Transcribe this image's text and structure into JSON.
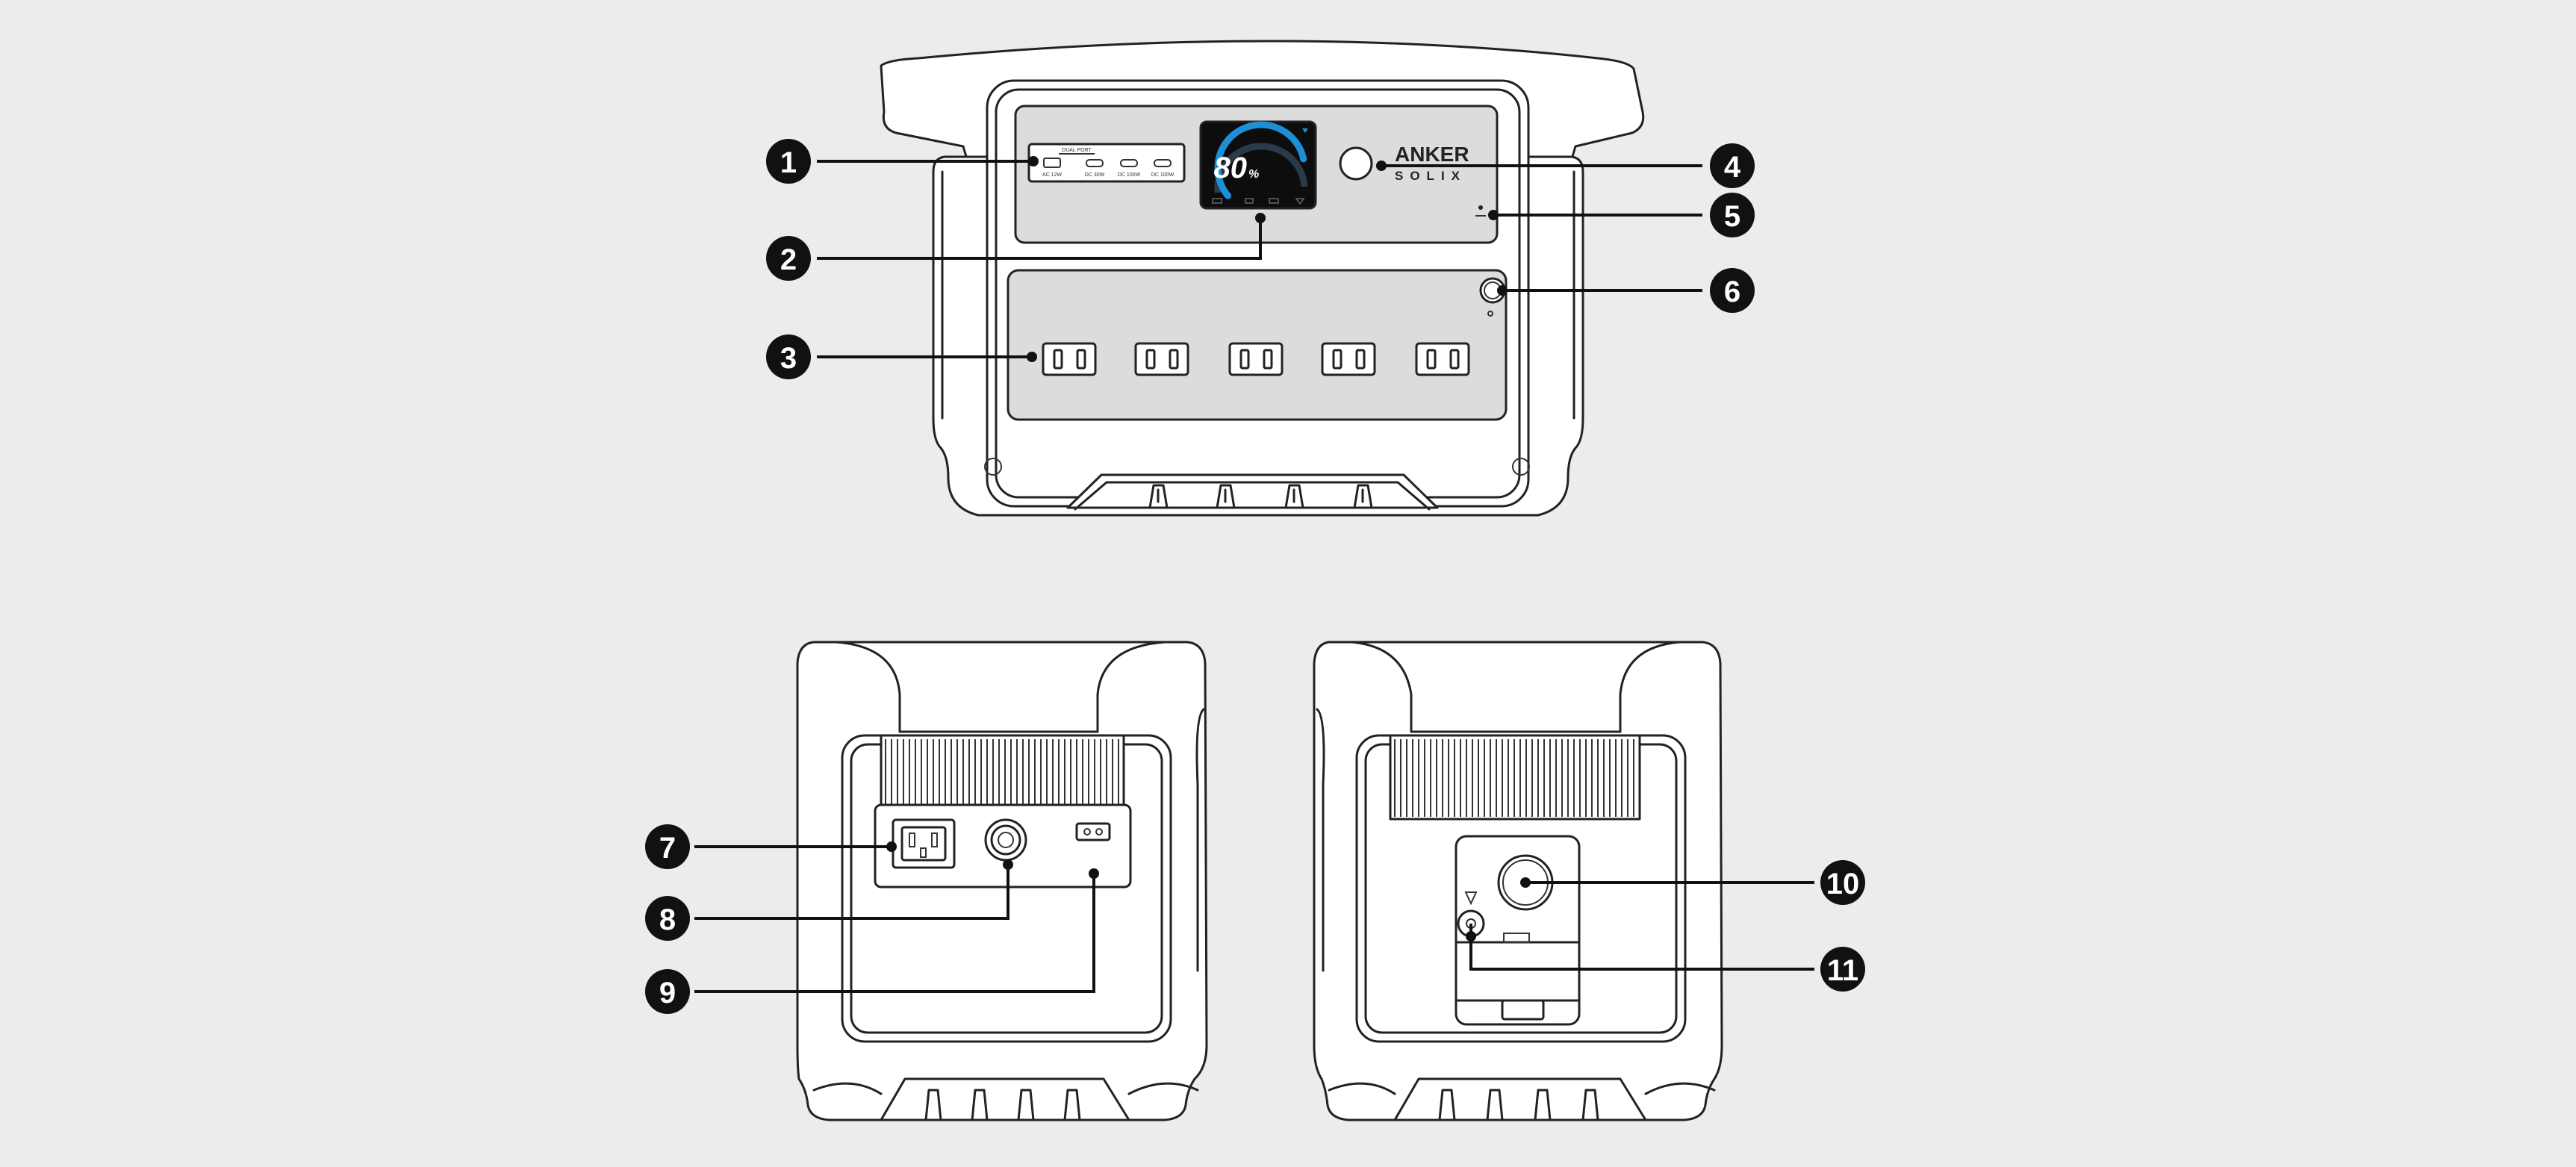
{
  "brand": {
    "line1": "ANKER",
    "line2": "SOLIX"
  },
  "display": {
    "percent_value": "80",
    "percent_sign": "%",
    "gauge_fraction": 0.8,
    "accent": "#1e8fd6"
  },
  "dc_ports": {
    "group_label": "DUAL PORT",
    "labels": [
      "AC 12W",
      "DC 30W",
      "DC 100W",
      "DC 100W"
    ]
  },
  "callouts": [
    "1",
    "2",
    "3",
    "4",
    "5",
    "6",
    "7",
    "8",
    "9",
    "10",
    "11"
  ],
  "colors": {
    "background": "#ececec",
    "outline": "#222222",
    "panel": "#dcdcdc",
    "badge": "#111111"
  }
}
